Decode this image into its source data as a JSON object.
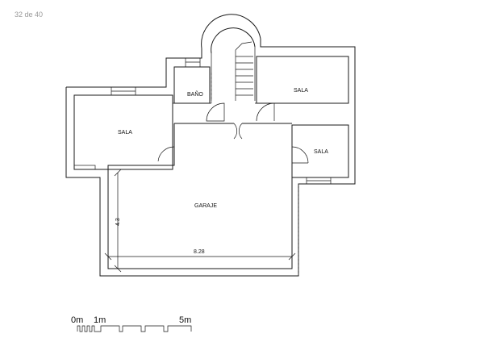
{
  "viewer": {
    "page_counter": "32 de 40"
  },
  "plan": {
    "rooms": {
      "bano": "BAÑO",
      "sala_top": "SALA",
      "sala_left": "SALA",
      "sala_right": "SALA",
      "garaje": "GARAJE"
    },
    "dimensions": {
      "width": "8.28",
      "height": "4.3"
    }
  },
  "scale_bar": {
    "zero": "0m",
    "one": "1m",
    "five": "5m"
  }
}
